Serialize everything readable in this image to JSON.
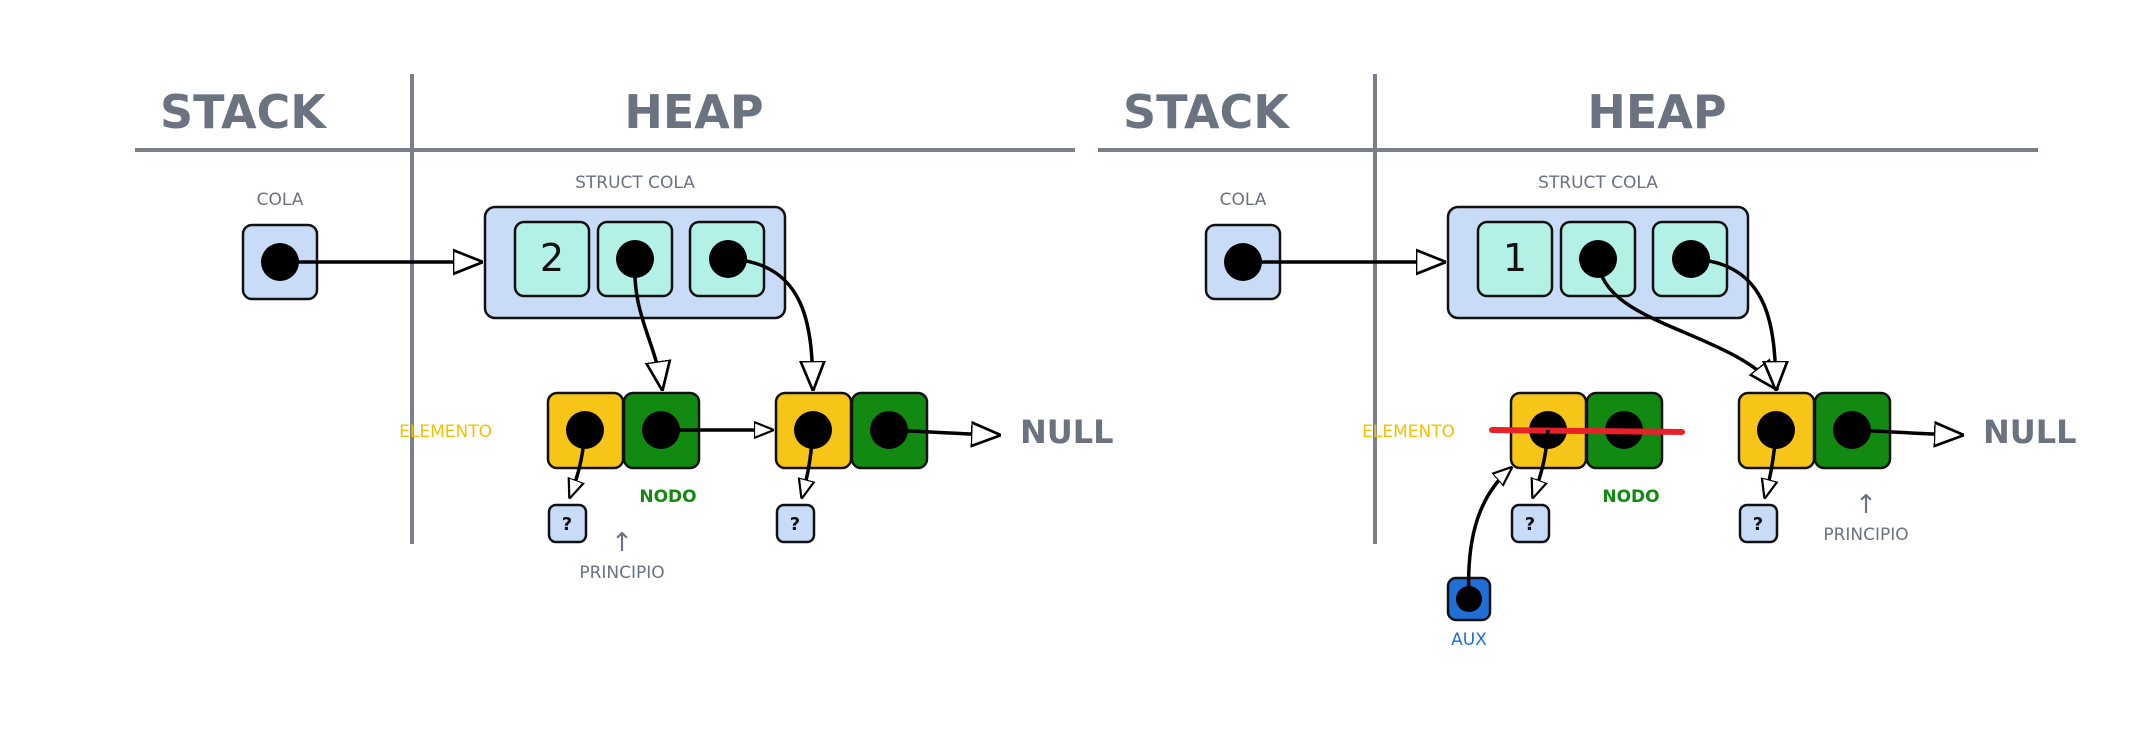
{
  "panels": [
    {
      "stack_header": "STACK",
      "heap_header": "HEAP",
      "cola_label": "COLA",
      "struct_label": "STRUCT COLA",
      "count_value": "2",
      "elemento_label": "ELEMENTO",
      "nodo_label": "NODO",
      "null_label": "NULL",
      "unknown_1": "?",
      "unknown_2": "?",
      "principio_arrow": "↑",
      "principio_label": "PRINCIPIO"
    },
    {
      "stack_header": "STACK",
      "heap_header": "HEAP",
      "cola_label": "COLA",
      "struct_label": "STRUCT COLA",
      "count_value": "1",
      "elemento_label": "ELEMENTO",
      "nodo_label": "NODO",
      "null_label": "NULL",
      "unknown_1": "?",
      "unknown_2": "?",
      "principio_arrow": "↑",
      "principio_label": "PRINCIPIO",
      "aux_label": "AUX"
    }
  ],
  "colors": {
    "stack_box": "#c9dcf7",
    "struct_box": "#c9dcf7",
    "struct_cell": "#b3f0e6",
    "elemento_cell": "#f7c518",
    "nodo_cell": "#128a12",
    "aux_box": "#1f6fd6",
    "strike": "#e8202a",
    "elemento_text": "#f2c200",
    "nodo_text": "#128a12",
    "aux_text": "#1f6fd6",
    "header_text": "#6b7280"
  }
}
